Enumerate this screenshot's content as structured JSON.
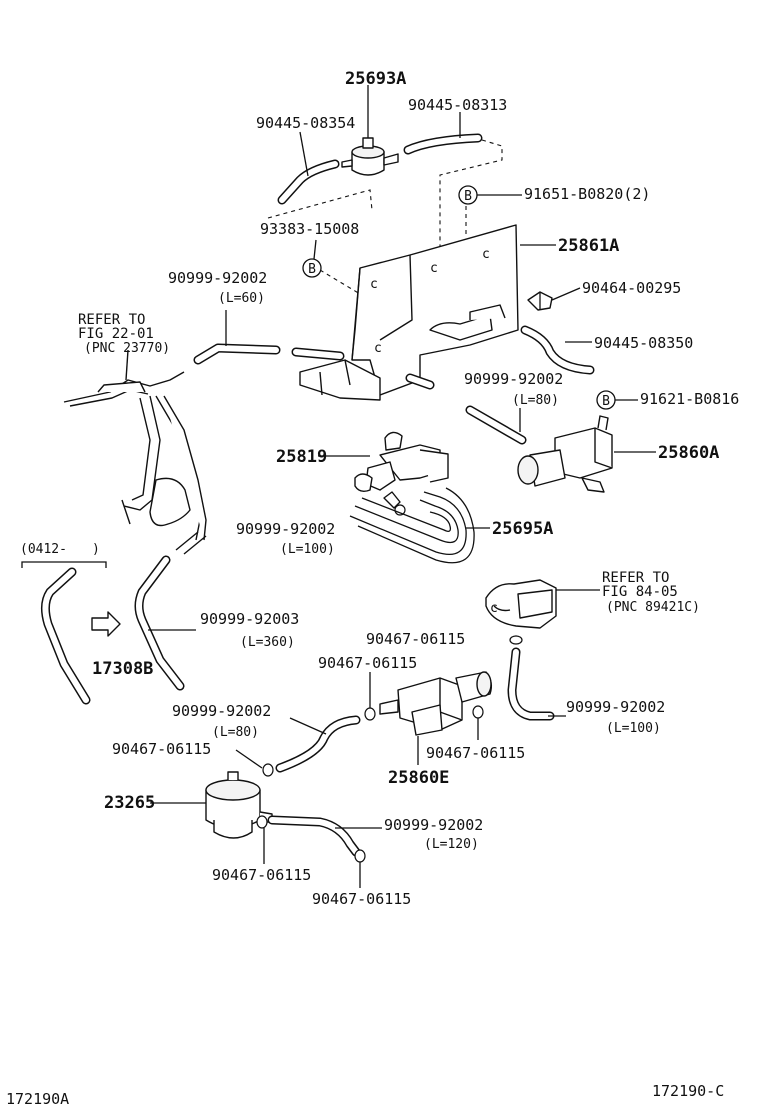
{
  "labels": {
    "p25693a": "25693A",
    "p90445_08313": "90445-08313",
    "p90445_08354": "90445-08354",
    "p91651_b0820": "91651-B0820(2)",
    "p93383_15008": "93383-15008",
    "p25861a": "25861A",
    "p90999_92002_a": "90999-92002",
    "l60": "(L=60)",
    "p90464_00295": "90464-00295",
    "p90445_08350": "90445-08350",
    "p90999_92002_b": "90999-92002",
    "l80_a": "(L=80)",
    "p91621_b0816": "91621-B0816",
    "p25819": "25819",
    "p25860a": "25860A",
    "p90999_92002_c": "90999-92002",
    "l100_a": "(L=100)",
    "p25695a": "25695A",
    "range": "(0412-",
    "range_close": ")",
    "p90999_92003": "90999-92003",
    "l360": "(L=360)",
    "p17308b": "17308B",
    "p90467_06115_a": "90467-06115",
    "p90467_06115_b": "90467-06115",
    "p90999_92002_d": "90999-92002",
    "l100_b": "(L=100)",
    "p90999_92002_e": "90999-92002",
    "l80_b": "(L=80)",
    "p90467_06115_c": "90467-06115",
    "p90467_06115_d": "90467-06115",
    "p25860e": "25860E",
    "p23265": "23265",
    "p90999_92002_f": "90999-92002",
    "l120": "(L=120)",
    "p90467_06115_e": "90467-06115",
    "p90467_06115_f": "90467-06115",
    "fig_code_left": "172190A",
    "fig_code_right": "172190-C"
  },
  "refs": {
    "r1_line1": "REFER TO",
    "r1_line2": "FIG 22-01",
    "r1_line3": "(PNC 23770)",
    "r2_line1": "REFER TO",
    "r2_line2": "FIG 84-05",
    "r2_line3": "(PNC 89421C)"
  },
  "markers": {
    "b": "B",
    "c": "c"
  }
}
